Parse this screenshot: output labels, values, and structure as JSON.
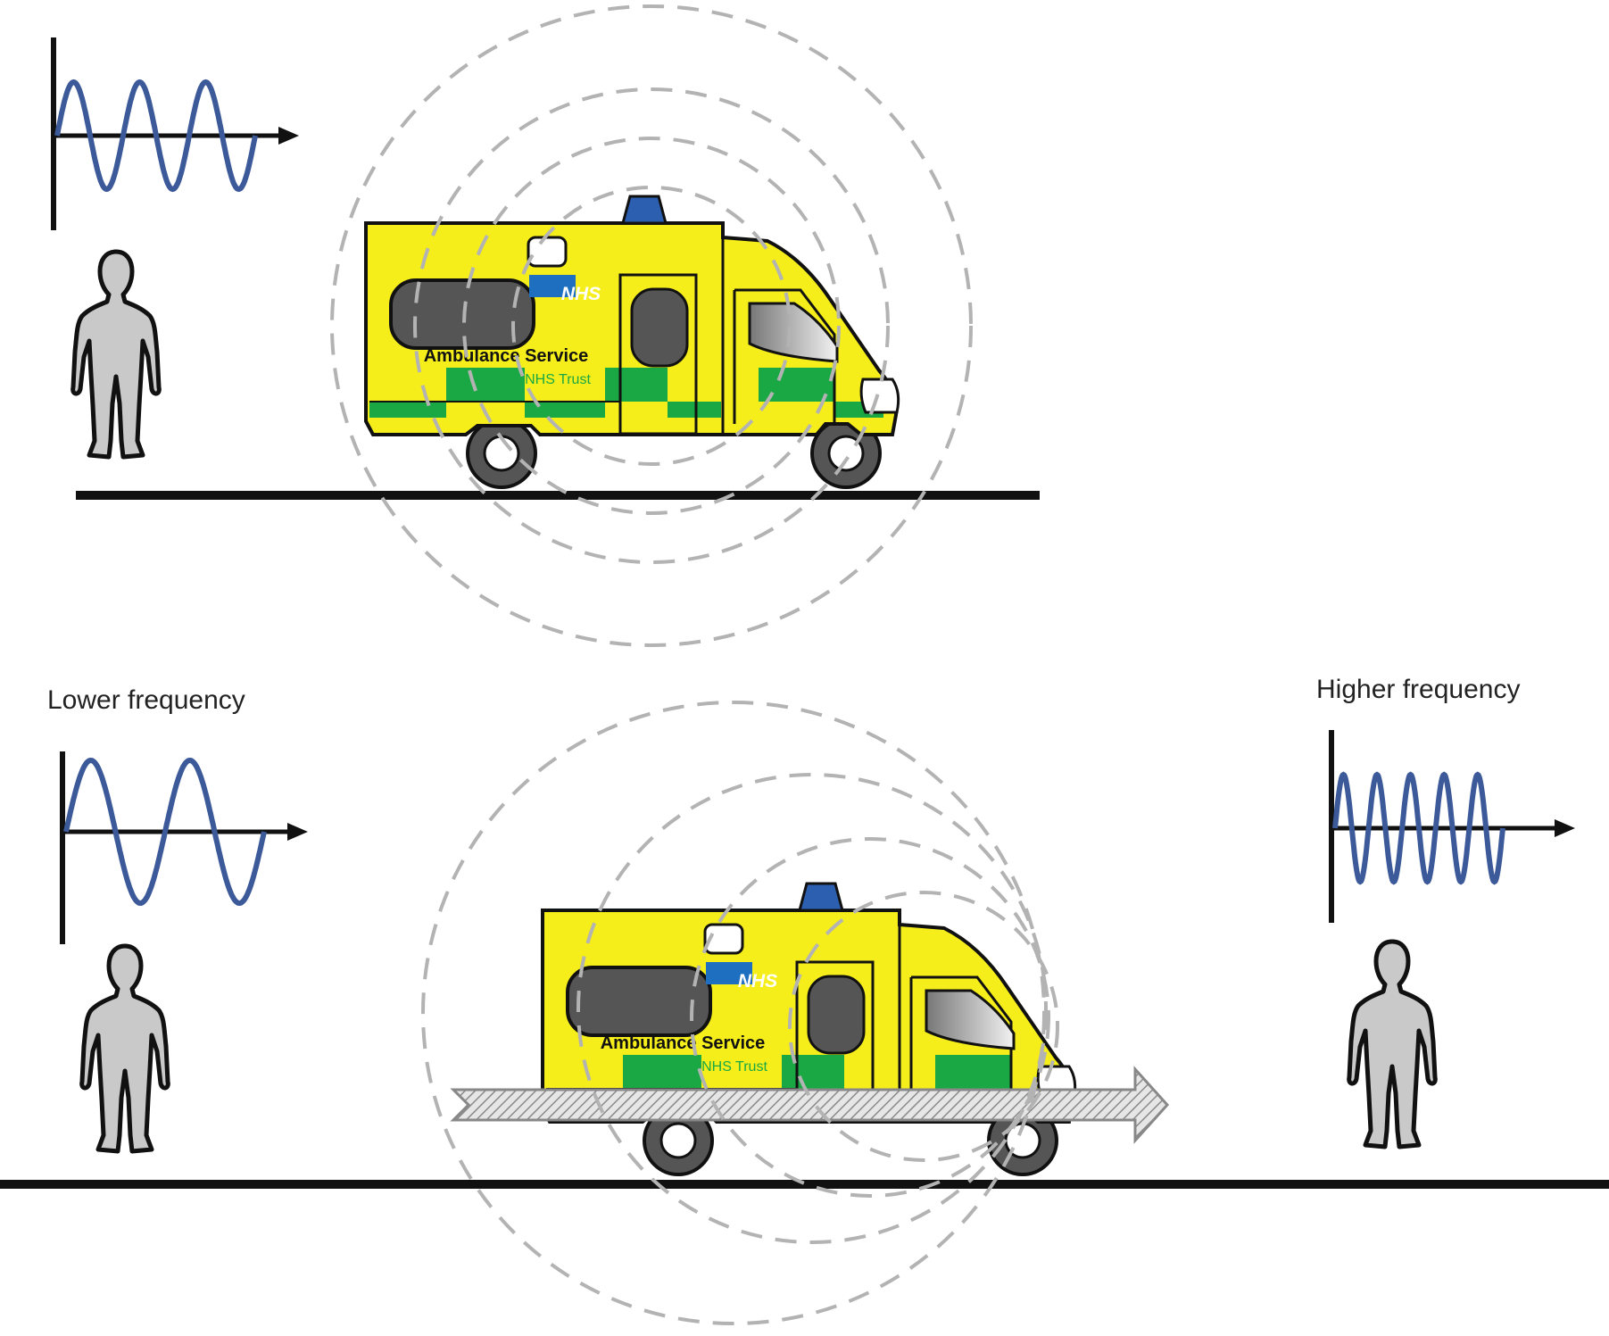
{
  "labels": {
    "lower": "Lower frequency",
    "higher": "Higher frequency"
  },
  "ambulance": {
    "badge": "NHS",
    "service": "Ambulance Service",
    "trust": "NHS Trust"
  },
  "waves": {
    "stationary_cycles": 3,
    "lower_cycles": 2,
    "higher_cycles": 5
  },
  "colors": {
    "body": "#f5ee1a",
    "stripe": "#1aa844",
    "beacon": "#2d5fb0",
    "badge": "#1f6fc0",
    "wave": "#3c5a99",
    "ring": "#b3b3b3",
    "person": "#c9c9c9",
    "window": "#555555"
  },
  "icons": {
    "observer": "person-icon",
    "motion": "direction-arrow"
  }
}
